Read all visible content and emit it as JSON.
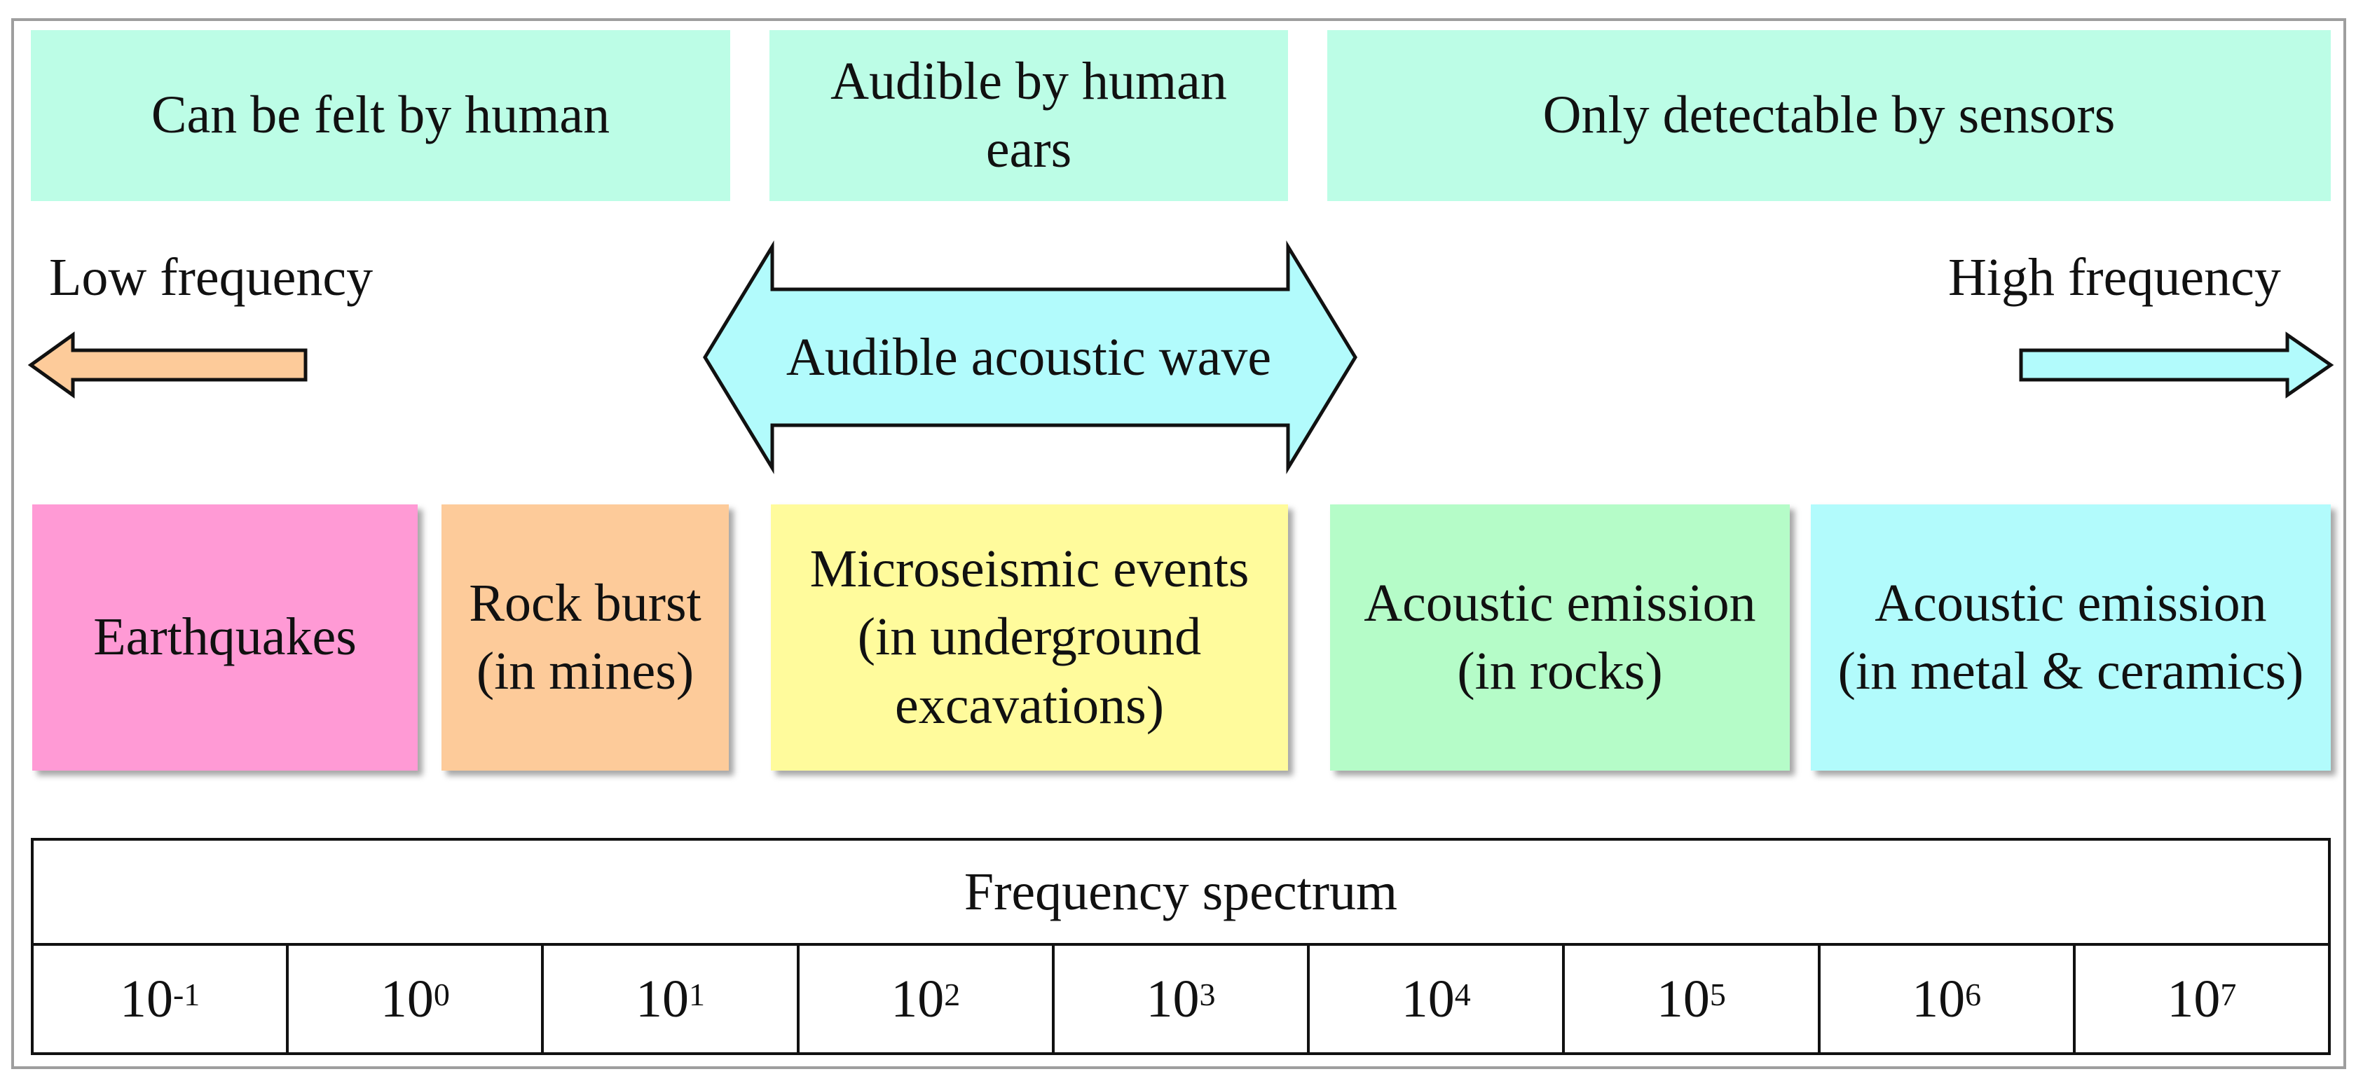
{
  "perception": {
    "felt": "Can be felt by human",
    "audible": "Audible by human ears",
    "sensors": "Only detectable by sensors"
  },
  "arrows": {
    "low": "Low frequency",
    "high": "High frequency",
    "audible_wave": "Audible acoustic wave",
    "low_color": "#fdcb9a",
    "high_color": "#b2fbfc",
    "wave_color": "#b2fbfc"
  },
  "events": [
    {
      "label": "Earthquakes",
      "color": "#ff9ad5"
    },
    {
      "label": "Rock burst\n(in mines)",
      "color": "#fdcb9a"
    },
    {
      "label": "Microseismic events\n(in underground\nexcavations)",
      "color": "#fffb9c"
    },
    {
      "label": "Acoustic emission\n(in rocks)",
      "color": "#b5fcc8"
    },
    {
      "label": "Acoustic emission\n(in metal & ceramics)",
      "color": "#b2fbfc"
    }
  ],
  "spectrum": {
    "title": "Frequency spectrum",
    "base": "10",
    "exponents": [
      "-1",
      "0",
      "1",
      "2",
      "3",
      "4",
      "5",
      "6",
      "7"
    ]
  }
}
